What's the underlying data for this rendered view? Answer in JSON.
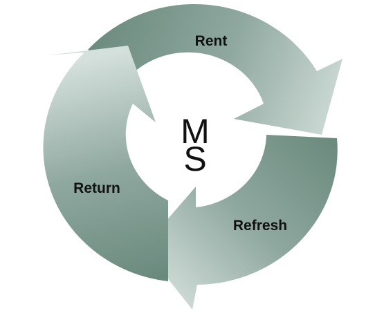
{
  "diagram": {
    "steps": [
      {
        "label": "Rent"
      },
      {
        "label": "Refresh"
      },
      {
        "label": "Return"
      }
    ],
    "center": {
      "letter_top": "M",
      "letter_bottom": "S"
    },
    "colors": {
      "arrow_dark": "#6b8a7e",
      "arrow_mid": "#8fa89f",
      "arrow_light": "#d4e0db",
      "text": "#111111",
      "background": "#ffffff"
    }
  }
}
